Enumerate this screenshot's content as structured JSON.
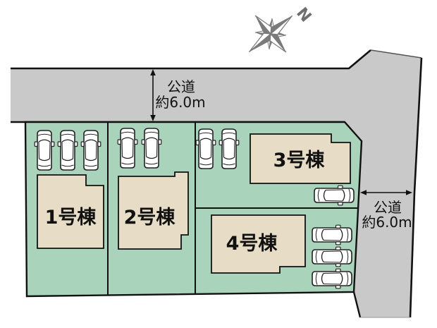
{
  "plan": {
    "type": "residential-site-plan",
    "compass": {
      "north_label": "N"
    },
    "roads": [
      {
        "id": "top-road",
        "label_line1": "公道",
        "label_line2": "約6.0m"
      },
      {
        "id": "right-road",
        "label_line1": "公道",
        "label_line2": "約6.0m"
      }
    ],
    "lots": [
      {
        "id": "lot-1",
        "building_label": "1号棟",
        "parked_cars": 3
      },
      {
        "id": "lot-2",
        "building_label": "2号棟",
        "parked_cars": 2
      },
      {
        "id": "lot-3",
        "building_label": "3号棟",
        "parked_cars": 3
      },
      {
        "id": "lot-4",
        "building_label": "4号棟",
        "parked_cars": 3
      }
    ],
    "colors": {
      "plot_green": "#a9d3ba",
      "road_gray": "#c9c9c9",
      "building_beige": "#e7dcc6",
      "outline": "#1a1a1a",
      "compass_gray": "#7a7a7a"
    }
  }
}
